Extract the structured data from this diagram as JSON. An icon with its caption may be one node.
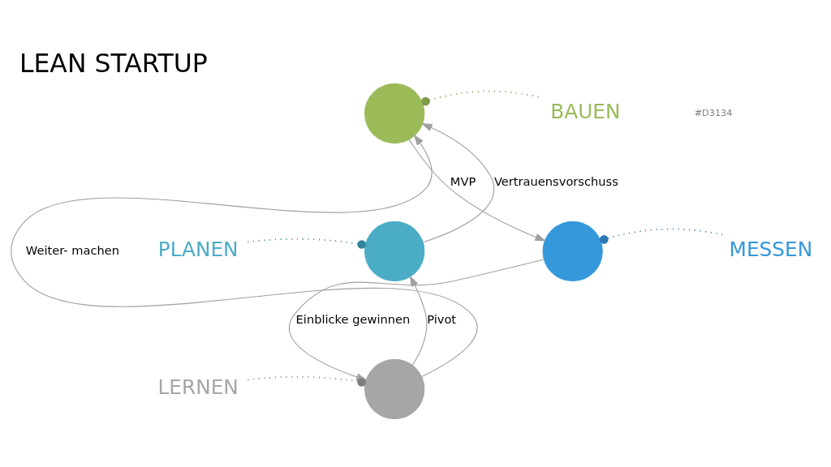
{
  "diagram": {
    "title": "LEAN STARTUP",
    "nodes": [
      {
        "text": [],
        "shape": "circle"
      },
      {
        "text": [
          "BAUEN"
        ]
      },
      {
        "text": [],
        "shape": "circle"
      },
      {
        "text": [
          "MESSEN"
        ]
      },
      {
        "text": [],
        "shape": "circle"
      },
      {
        "text": [
          "LERNEN"
        ]
      },
      {
        "text": [],
        "shape": "circle"
      },
      {
        "text": [
          "PLANEN"
        ]
      }
    ],
    "edges": [
      {
        "from": 0,
        "to": 2,
        "arrow": "to",
        "label": "MVP"
      },
      {
        "from": 2,
        "to": 4,
        "arrow": "to",
        "label": "Einblicke gewinnen"
      },
      {
        "from": 4,
        "to": 6,
        "arrow": "to",
        "label": "Pivot"
      },
      {
        "from": 6,
        "to": 0,
        "arrow": "to",
        "label": "Vertrauensvorschuss"
      },
      {
        "from": 4,
        "to": 0,
        "arrow": "to",
        "label": "Weiter- machen"
      },
      {
        "from": 0,
        "to": 1,
        "arrow": "other",
        "style": "dashed",
        "color": "#7f9a48"
      },
      {
        "from": 2,
        "to": 3,
        "arrow": "other",
        "style": "dashed",
        "color": "#2e75b6"
      },
      {
        "from": 4,
        "to": 5,
        "arrow": "other",
        "style": "dashed",
        "color": "#7f7f7f"
      },
      {
        "from": 6,
        "to": 7,
        "arrow": "other",
        "style": "dashed",
        "color": "#31849b"
      }
    ],
    "labels": [
      "#D3134"
    ]
  }
}
